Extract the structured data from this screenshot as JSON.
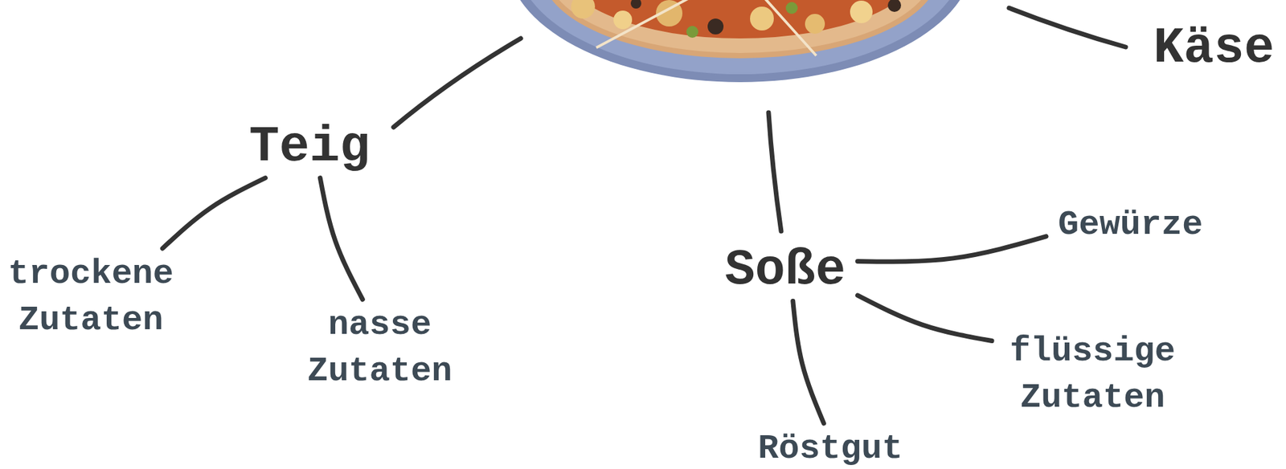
{
  "diagram": {
    "nodes": [
      {
        "text": [
          "Käse"
        ]
      },
      {
        "text": [
          "Teig"
        ]
      },
      {
        "text": [
          "Gewürze"
        ]
      },
      {
        "text": [
          "Soße"
        ]
      },
      {
        "text": [
          "trockene Zutaten"
        ]
      },
      {
        "text": [
          "nasse Zutaten"
        ]
      },
      {
        "text": [
          "flüssige Zutaten"
        ]
      },
      {
        "text": [
          "Röstgut"
        ]
      }
    ],
    "edges": [
      {
        "from": 1,
        "to": 4,
        "arrow": "none"
      },
      {
        "from": 1,
        "to": 5,
        "arrow": "none"
      },
      {
        "from": 3,
        "to": 2,
        "arrow": "none"
      },
      {
        "from": 3,
        "to": 6,
        "arrow": "none"
      },
      {
        "from": 3,
        "to": 7,
        "arrow": "none"
      }
    ]
  }
}
